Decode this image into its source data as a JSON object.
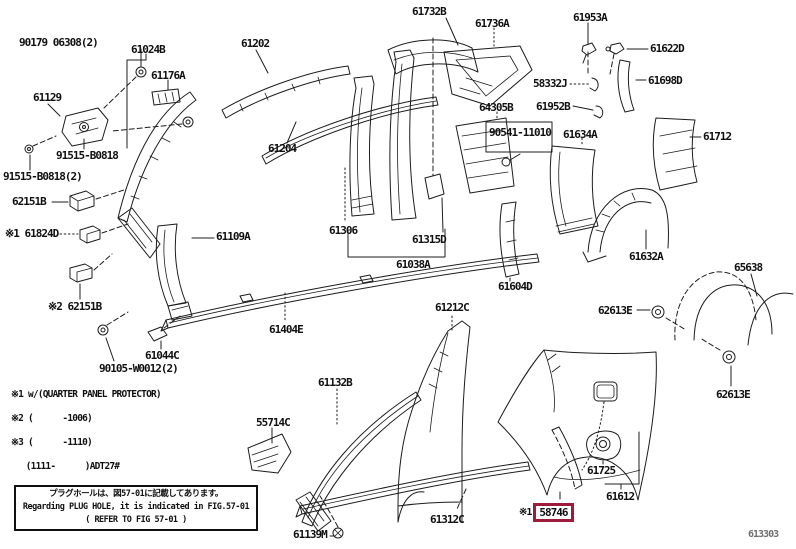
{
  "figure": {
    "code": "613303",
    "highlight_color": "#9e1b3a",
    "line_color": "#1c1c1c"
  },
  "labels": {
    "l_90179": "90179 06308(2)",
    "l_61024B": "61024B",
    "l_61176A": "61176A",
    "l_61129": "61129",
    "l_91515": "91515-B0818",
    "l_91515_2": "91515-B0818(2)",
    "l_62151B": "62151B",
    "l_61824D": "※1 61824D",
    "l_62151B_2": "※2 62151B",
    "l_61109A": "61109A",
    "l_61202": "61202",
    "l_61204": "61204",
    "l_61732B": "61732B",
    "l_61736A": "61736A",
    "l_61953A": "61953A",
    "l_61622D": "61622D",
    "l_58332J": "58332J",
    "l_61698D": "61698D",
    "l_61952B": "61952B",
    "l_64305B": "64305B",
    "l_90541": "90541-11010",
    "l_61634A": "61634A",
    "l_61712": "61712",
    "l_61306": "61306",
    "l_61315D": "61315D",
    "l_61038A": "61038A",
    "l_61604D": "61604D",
    "l_61212C": "61212C",
    "l_61632A": "61632A",
    "l_65638": "65638",
    "l_62613E_a": "62613E",
    "l_62613E_b": "62613E",
    "l_61404E": "61404E",
    "l_61044C": "61044C",
    "l_90105": "90105-W0012(2)",
    "l_55714C": "55714C",
    "l_61132B": "61132B",
    "l_61312C": "61312C",
    "l_61139M": "61139M",
    "l_61725": "61725",
    "l_61612": "61612"
  },
  "highlight": {
    "marker": "※1",
    "code": "58746"
  },
  "notes": {
    "line1": "※1 w/(QUARTER PANEL PROTECTOR)",
    "line2": "※2 (      -1006)",
    "line3": "※3 (      -1110)",
    "line4": "   (1111-      )ADT27#"
  },
  "plug_note": {
    "jp": "プラグホールは、図57-01に記載してあります。",
    "en": "Regarding PLUG HOLE, it is indicated in FIG.57-01",
    "ref": "(  REFER TO FIG 57-01 )"
  }
}
